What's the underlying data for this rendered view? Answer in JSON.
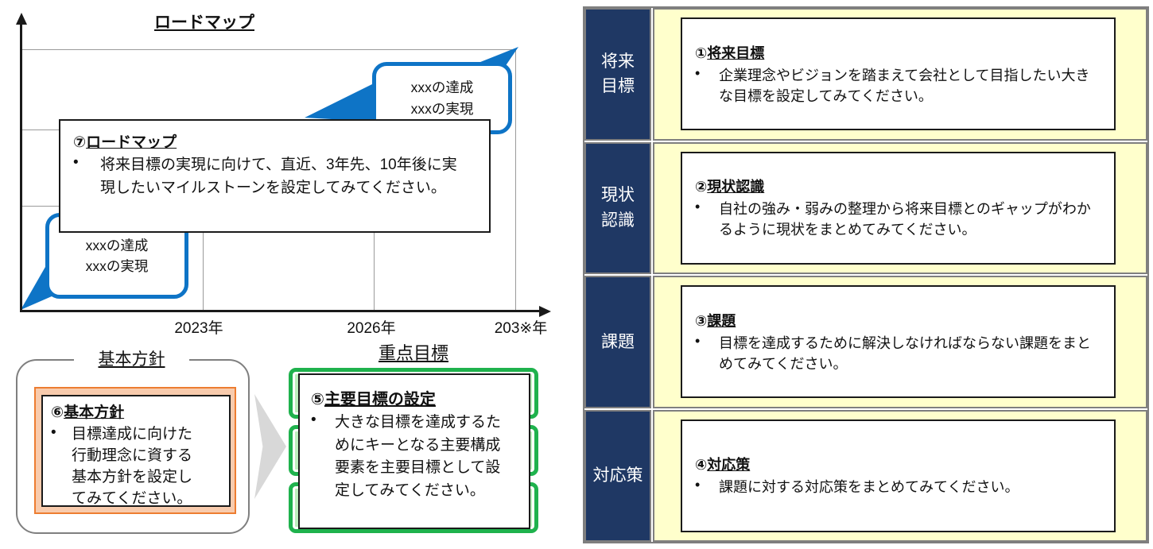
{
  "ui": {
    "bullet": "•"
  },
  "colors": {
    "navy": "#1f3864",
    "panel_yellow": "#ffffcc",
    "callout_blue": "#0e74c6",
    "green_border": "#1fb24d",
    "green_fill": "#bdefbd",
    "orange_fill": "#f8cbad",
    "orange_border": "#ed7d31",
    "frame_gray": "#7f7f7f"
  },
  "roadmap": {
    "title": "ロードマップ",
    "x_ticks": [
      "2023年",
      "2026年",
      "203※年"
    ],
    "callout_top": {
      "lines": [
        "xxxの達成",
        "xxxの実現"
      ]
    },
    "callout_bottom": {
      "lines": [
        "xxxの達成",
        "xxxの実現"
      ]
    },
    "note": {
      "num": "⑦",
      "label": "ロードマップ",
      "body": "将来目標の実現に向けて、直近、3年先、10年後に実現したいマイルストーンを設定してみてください。"
    }
  },
  "basic_policy": {
    "section_title": "基本方針",
    "num": "⑥",
    "label": "基本方針",
    "body": "目標達成に向けた行動理念に資する基本方針を設定してみてください。"
  },
  "key_goals": {
    "section_title": "重点目標",
    "num": "⑤",
    "label": "主要目標の設定",
    "body": "大きな目標を達成するためにキーとなる主要構成要素を主要目標として設定してみてください。"
  },
  "table": {
    "rows": [
      {
        "header": "将来\n目標",
        "num": "①",
        "label": "将来目標",
        "body": "企業理念やビジョンを踏まえて会社として目指したい大きな目標を設定してみてください。"
      },
      {
        "header": "現状\n認識",
        "num": "②",
        "label": "現状認識",
        "body": "自社の強み・弱みの整理から将来目標とのギャップがわかるように現状をまとめてみてください。"
      },
      {
        "header": "課題",
        "num": "③",
        "label": "課題",
        "body": "目標を達成するために解決しなければならない課題をまとめてみてください。"
      },
      {
        "header": "対応策",
        "num": "④",
        "label": "対応策",
        "body": "課題に対する対応策をまとめてみてください。"
      }
    ]
  }
}
